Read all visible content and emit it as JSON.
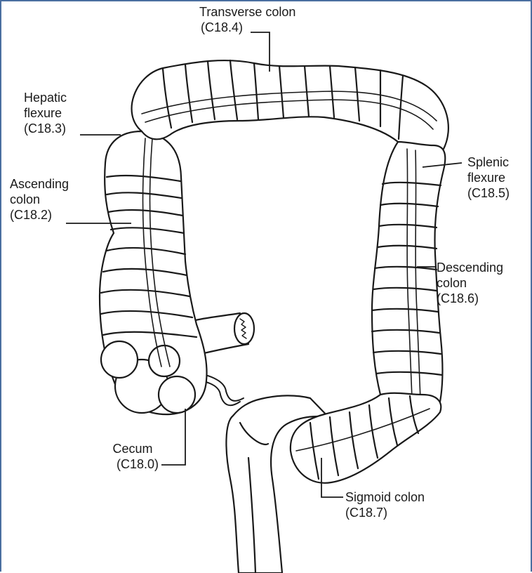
{
  "colors": {
    "frame": "#4a6fa0",
    "outline": "#1a1a1a",
    "fill": "#ffffff"
  },
  "labels": {
    "transverse": {
      "name": "Transverse colon",
      "code": "(C18.4)"
    },
    "hepatic": {
      "line1": "Hepatic",
      "line2": "flexure",
      "code": "(C18.3)"
    },
    "ascending": {
      "line1": "Ascending",
      "line2": "colon",
      "code": "(C18.2)"
    },
    "splenic": {
      "line1": "Splenic",
      "line2": "flexure",
      "code": "(C18.5)"
    },
    "descending": {
      "line1": "Descending",
      "line2": "colon",
      "code": "(C18.6)"
    },
    "cecum": {
      "name": "Cecum",
      "code": "(C18.0)"
    },
    "sigmoid": {
      "name": "Sigmoid colon",
      "code": "(C18.7)"
    }
  }
}
